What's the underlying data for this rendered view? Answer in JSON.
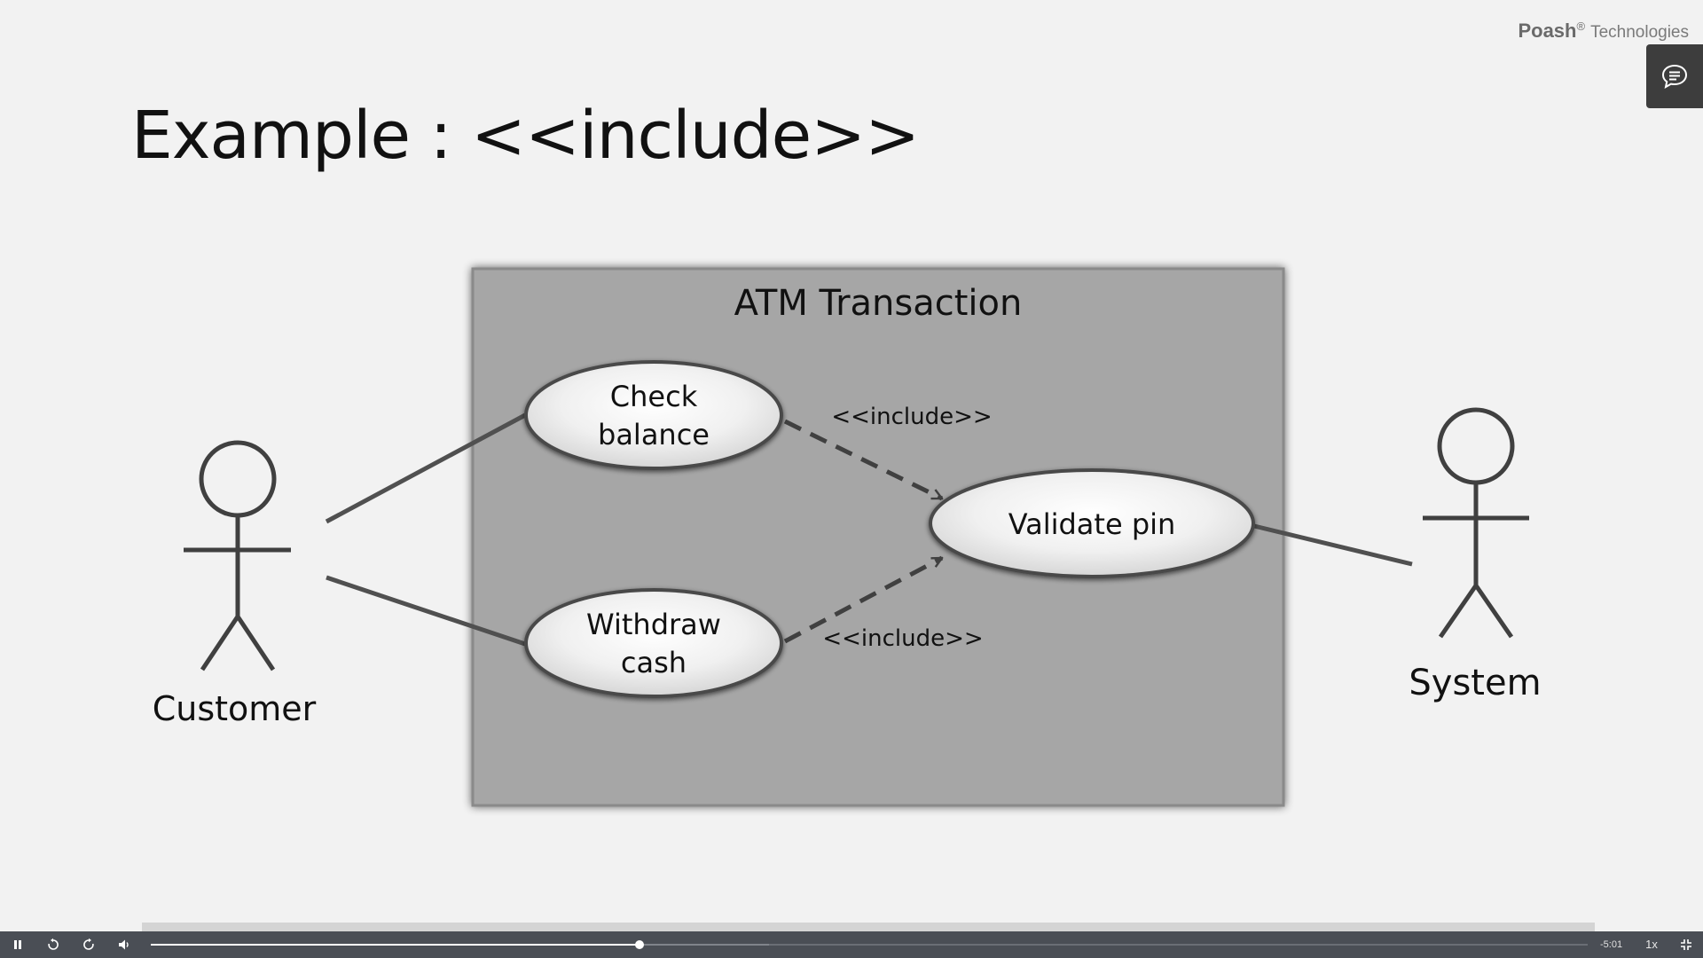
{
  "brand": {
    "name": "Poash",
    "reg": "®",
    "tagline": "Technologies"
  },
  "slide": {
    "title": "Example : <<include>>",
    "system_boundary_label": "ATM Transaction",
    "actors": {
      "left": "Customer",
      "right": "System"
    },
    "use_cases": {
      "check_balance": [
        "Check",
        "balance"
      ],
      "withdraw_cash": [
        "Withdraw",
        "cash"
      ],
      "validate_pin": "Validate pin"
    },
    "relations": {
      "include_top": "<<include>>",
      "include_bottom": "<<include>>"
    }
  },
  "player": {
    "time_remaining": "-5:01",
    "speed": "1x",
    "progress": 0.34,
    "buffered": 0.43,
    "icons": [
      "pause-icon",
      "rewind-icon",
      "forward-icon",
      "volume-icon",
      "exit-fullscreen-icon",
      "chat-icon"
    ]
  }
}
